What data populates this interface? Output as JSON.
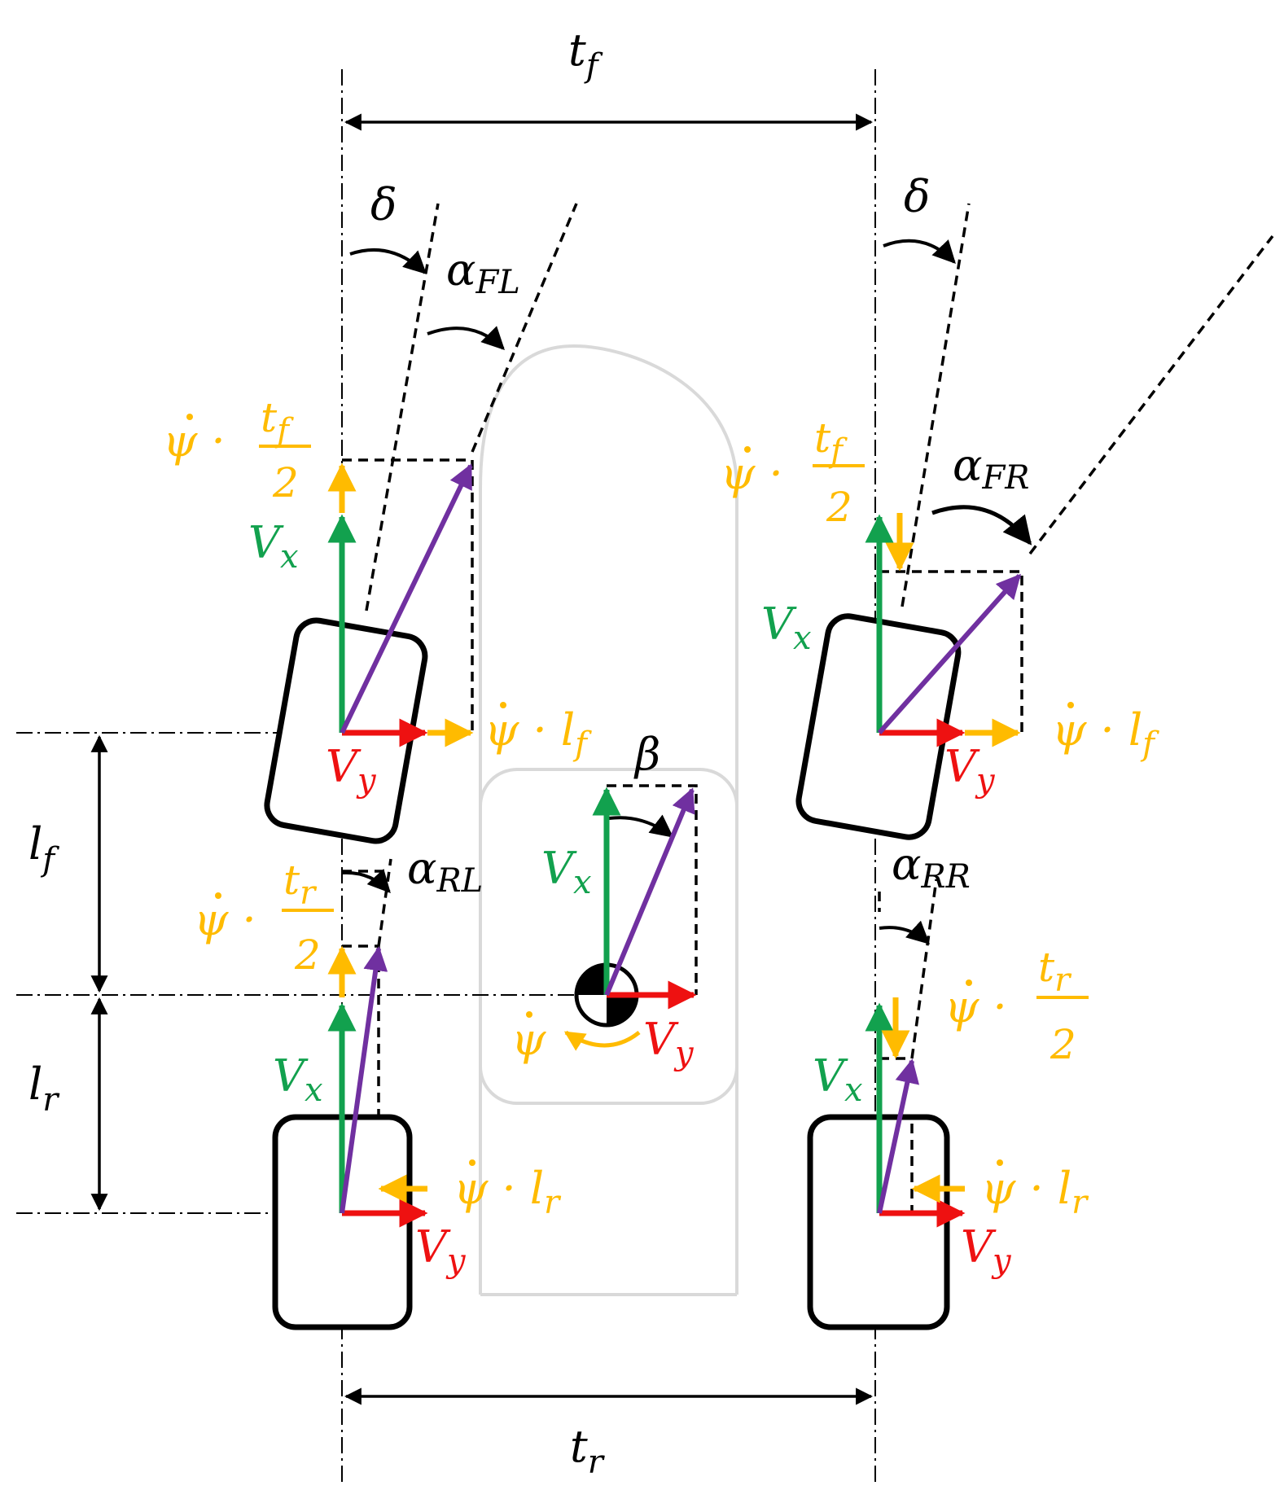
{
  "colors": {
    "vx": "#12a14e",
    "vy": "#ee1111",
    "yaw": "#ffbb00",
    "resultant": "#7030a0",
    "outline": "#000000",
    "body": "#d9d9d9"
  },
  "dims": {
    "tf": {
      "base": "t",
      "sub": "f"
    },
    "tr": {
      "base": "t",
      "sub": "r"
    },
    "lf": {
      "base": "l",
      "sub": "f"
    },
    "lr": {
      "base": "l",
      "sub": "r"
    }
  },
  "angles": {
    "delta": "δ",
    "beta": "β",
    "alpha": "α",
    "fl": "FL",
    "fr": "FR",
    "rl": "RL",
    "rr": "RR"
  },
  "vectors": {
    "vx": {
      "base": "V",
      "sub": "x"
    },
    "vy": {
      "base": "V",
      "sub": "y"
    }
  },
  "yaw": {
    "psi": "ψ",
    "dot": "·",
    "two": "2",
    "tf": {
      "base": "t",
      "sub": "f"
    },
    "tr": {
      "base": "t",
      "sub": "r"
    },
    "lf": {
      "base": "l",
      "sub": "f"
    },
    "lr": {
      "base": "l",
      "sub": "r"
    }
  }
}
